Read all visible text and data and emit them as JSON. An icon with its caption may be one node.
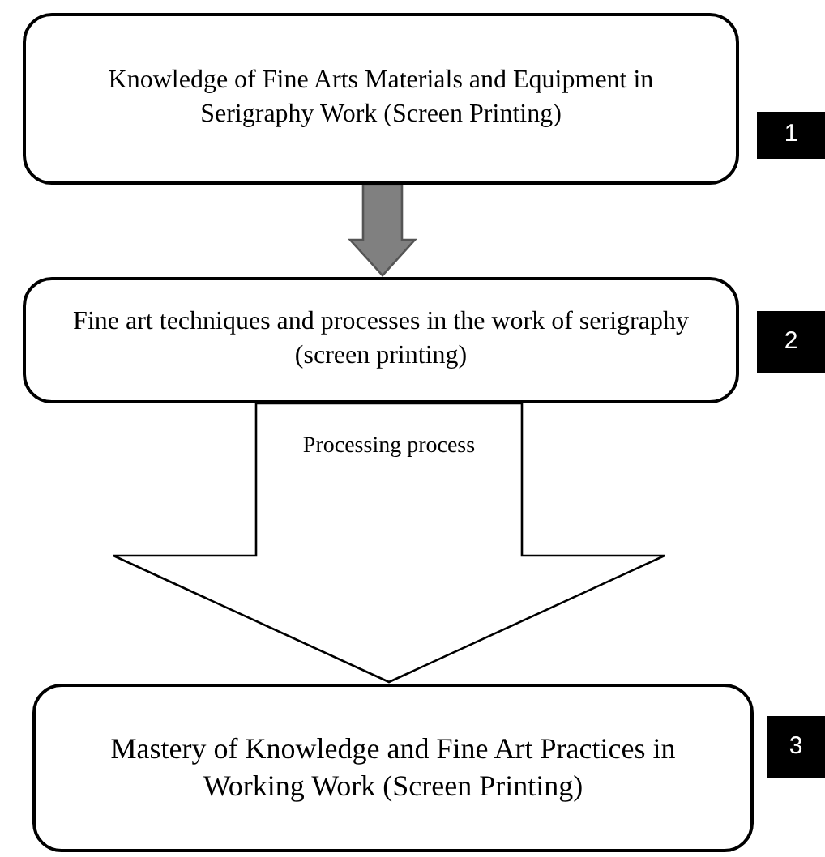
{
  "diagram": {
    "nodes": [
      {
        "text": [
          "Knowledge of Fine Arts Materials and Equipment in Serigraphy Work (Screen Printing)"
        ],
        "beside": [
          "1"
        ]
      },
      {
        "text": [
          "Fine art techniques and processes in the work of serigraphy (screen printing)"
        ],
        "beside": [
          "2"
        ]
      },
      {
        "text": [
          "Mastery of Knowledge and Fine Art Practices in Working Work (Screen Printing)"
        ],
        "beside": [
          "3"
        ]
      }
    ],
    "edges": [
      {
        "from": 0,
        "to": 1,
        "arrow": "to",
        "style": "thick",
        "color": "#808080"
      },
      {
        "from": 1,
        "to": 2,
        "arrow": "to",
        "style": "thick",
        "label": "Processing process"
      }
    ]
  }
}
